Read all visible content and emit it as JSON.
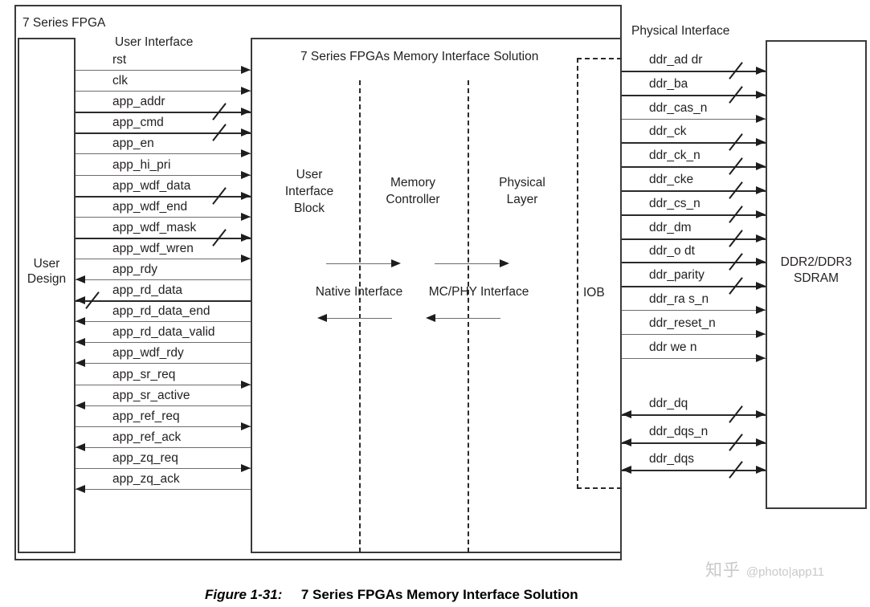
{
  "diagram": {
    "outer_box_label": "7 Series FPGA",
    "user_design_label": "User\nDesign",
    "user_design_line1": "User",
    "user_design_line2": "Design",
    "user_interface_header": "User Interface",
    "physical_interface_header": "Physical Interface",
    "solution_box_title": "7 Series FPGAs Memory Interface Solution",
    "iob_label": "IOB",
    "sdram_line1": "DDR2/DDR3",
    "sdram_line2": "SDRAM",
    "stages": [
      {
        "name": "user-interface-block",
        "lines": [
          "User",
          "Interface",
          "Block"
        ]
      },
      {
        "name": "memory-controller",
        "lines": [
          "Memory",
          "Controller"
        ]
      },
      {
        "name": "physical-layer",
        "lines": [
          "Physical",
          "Layer"
        ]
      }
    ],
    "internal_interfaces": [
      {
        "name": "native-interface",
        "label": "Native Interface"
      },
      {
        "name": "mcphy-interface",
        "label": "MC/PHY Interface"
      }
    ],
    "user_signals": [
      {
        "name": "rst",
        "label": "rst",
        "dir": "right",
        "bus": false,
        "bold": false
      },
      {
        "name": "clk",
        "label": "clk",
        "dir": "right",
        "bus": false,
        "bold": false
      },
      {
        "name": "app_addr",
        "label": "app_addr",
        "dir": "right",
        "bus": true,
        "bold": true
      },
      {
        "name": "app_cmd",
        "label": "app_cmd",
        "dir": "right",
        "bus": true,
        "bold": true
      },
      {
        "name": "app_en",
        "label": "app_en",
        "dir": "right",
        "bus": false,
        "bold": false
      },
      {
        "name": "app_hi_pri",
        "label": "app_hi_pri",
        "dir": "right",
        "bus": false,
        "bold": false
      },
      {
        "name": "app_wdf_data",
        "label": "app_wdf_data",
        "dir": "right",
        "bus": true,
        "bold": true
      },
      {
        "name": "app_wdf_end",
        "label": "app_wdf_end",
        "dir": "right",
        "bus": false,
        "bold": false
      },
      {
        "name": "app_wdf_mask",
        "label": "app_wdf_mask",
        "dir": "right",
        "bus": true,
        "bold": true
      },
      {
        "name": "app_wdf_wren",
        "label": "app_wdf_wren",
        "dir": "right",
        "bus": false,
        "bold": false
      },
      {
        "name": "app_rdy",
        "label": "app_rdy",
        "dir": "left",
        "bus": false,
        "bold": false
      },
      {
        "name": "app_rd_data",
        "label": "app_rd_data",
        "dir": "left",
        "bus": true,
        "bold": true
      },
      {
        "name": "app_rd_data_end",
        "label": "app_rd_data_end",
        "dir": "left",
        "bus": false,
        "bold": false
      },
      {
        "name": "app_rd_data_valid",
        "label": "app_rd_data_valid",
        "dir": "left",
        "bus": false,
        "bold": false
      },
      {
        "name": "app_wdf_rdy",
        "label": "app_wdf_rdy",
        "dir": "left",
        "bus": false,
        "bold": false
      },
      {
        "name": "app_sr_req",
        "label": "app_sr_req",
        "dir": "right",
        "bus": false,
        "bold": false
      },
      {
        "name": "app_sr_active",
        "label": "app_sr_active",
        "dir": "left",
        "bus": false,
        "bold": false
      },
      {
        "name": "app_ref_req",
        "label": "app_ref_req",
        "dir": "right",
        "bus": false,
        "bold": false
      },
      {
        "name": "app_ref_ack",
        "label": "app_ref_ack",
        "dir": "left",
        "bus": false,
        "bold": false
      },
      {
        "name": "app_zq_req",
        "label": "app_zq_req",
        "dir": "right",
        "bus": false,
        "bold": false
      },
      {
        "name": "app_zq_ack",
        "label": "app_zq_ack",
        "dir": "left",
        "bus": false,
        "bold": false
      }
    ],
    "ddr_signals": [
      {
        "name": "ddr_addr",
        "label": "ddr_ad dr",
        "dir": "right",
        "bus": true,
        "bold": true
      },
      {
        "name": "ddr_ba",
        "label": "ddr_ba",
        "dir": "right",
        "bus": true,
        "bold": true
      },
      {
        "name": "ddr_cas_n",
        "label": "ddr_cas_n",
        "dir": "right",
        "bus": false,
        "bold": false
      },
      {
        "name": "ddr_ck",
        "label": "ddr_ck",
        "dir": "right",
        "bus": true,
        "bold": true
      },
      {
        "name": "ddr_ck_n",
        "label": "ddr_ck_n",
        "dir": "right",
        "bus": true,
        "bold": true
      },
      {
        "name": "ddr_cke",
        "label": "ddr_cke",
        "dir": "right",
        "bus": true,
        "bold": true
      },
      {
        "name": "ddr_cs_n",
        "label": "ddr_cs_n",
        "dir": "right",
        "bus": true,
        "bold": true
      },
      {
        "name": "ddr_dm",
        "label": "ddr_dm",
        "dir": "right",
        "bus": true,
        "bold": true
      },
      {
        "name": "ddr_odt",
        "label": "ddr_o dt",
        "dir": "right",
        "bus": true,
        "bold": true
      },
      {
        "name": "ddr_parity",
        "label": "ddr_parity",
        "dir": "right",
        "bus": true,
        "bold": true
      },
      {
        "name": "ddr_ras_n",
        "label": "ddr_ra s_n",
        "dir": "right",
        "bus": false,
        "bold": false
      },
      {
        "name": "ddr_reset_n",
        "label": "ddr_reset_n",
        "dir": "right",
        "bus": false,
        "bold": false
      },
      {
        "name": "ddr_we_n",
        "label": "ddr we n",
        "dir": "right",
        "bus": false,
        "bold": false
      },
      {
        "name": "ddr_dq",
        "label": "ddr_dq",
        "dir": "both",
        "bus": true,
        "bold": true
      },
      {
        "name": "ddr_dqs_n",
        "label": "ddr_dqs_n",
        "dir": "both",
        "bus": true,
        "bold": true
      },
      {
        "name": "ddr_dqs",
        "label": "ddr_dqs",
        "dir": "both",
        "bus": true,
        "bold": true
      }
    ]
  },
  "caption": {
    "figure_number": "Figure 1-31:",
    "figure_title": "7 Series FPGAs Memory Interface Solution"
  },
  "watermark": {
    "logo": "知乎",
    "handle": "@photo|app11"
  },
  "colors": {
    "ink": "#231f20",
    "line": "#6d6d6d",
    "bold_line": "#2a2a2a",
    "box_border": "#3a3a3a",
    "watermark": "#c9c9c9",
    "background": "#ffffff"
  }
}
